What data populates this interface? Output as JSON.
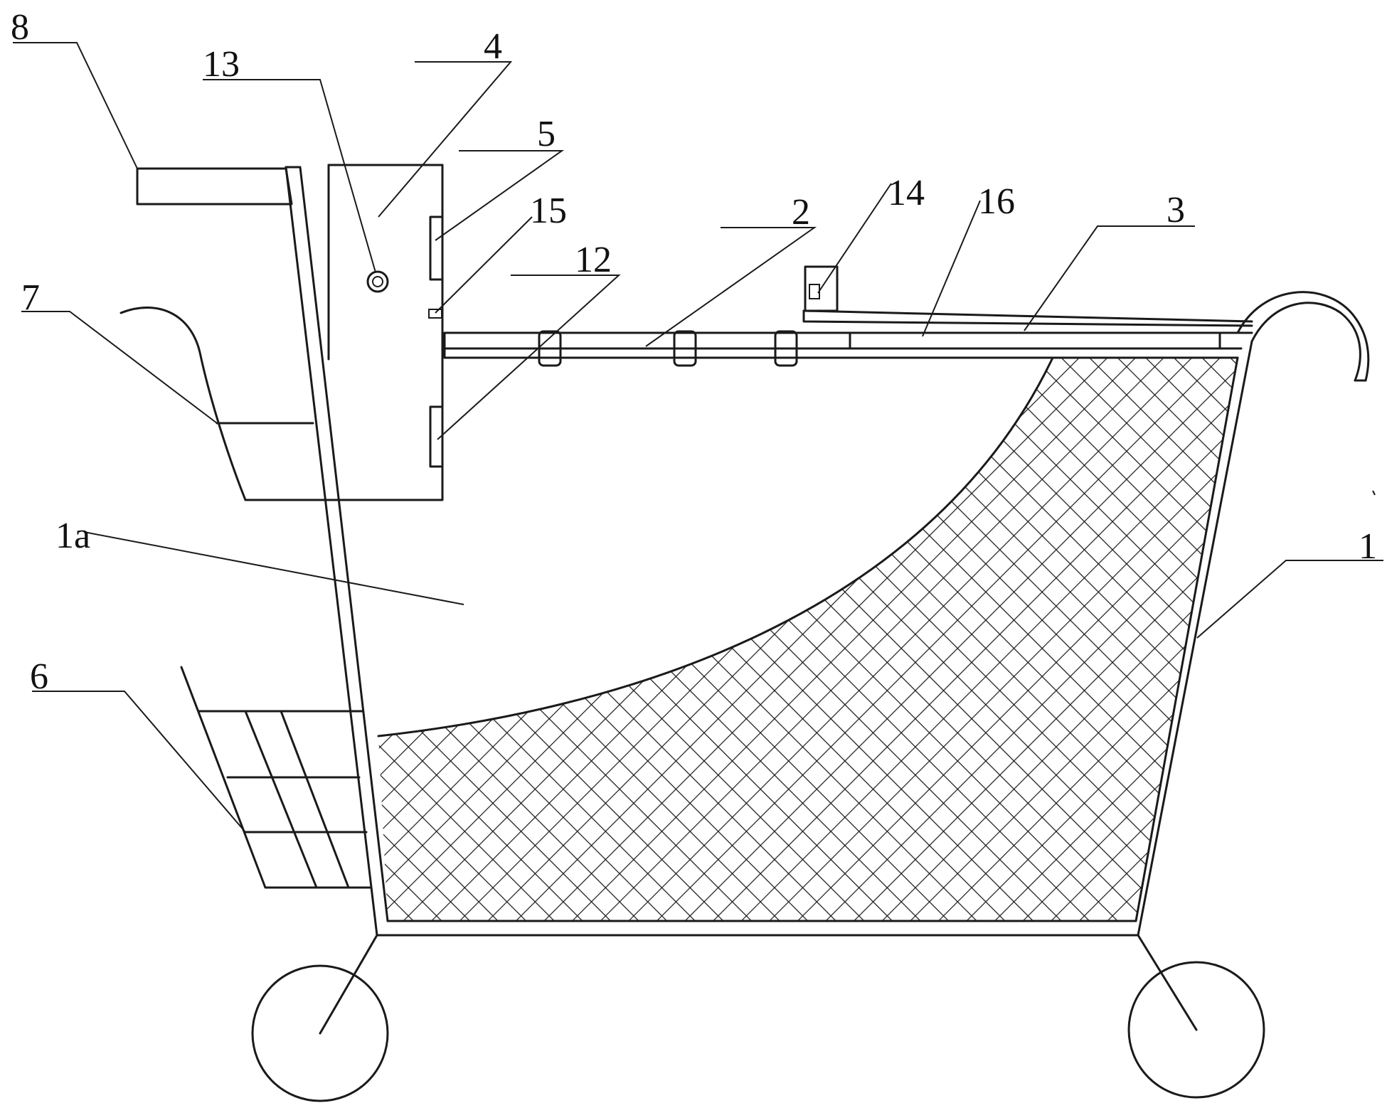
{
  "figure": {
    "labels": {
      "l8": "8",
      "l13": "13",
      "l4": "4",
      "l5": "5",
      "l15": "15",
      "l12": "12",
      "l2": "2",
      "l14": "14",
      "l16": "16",
      "l3": "3",
      "l7": "7",
      "l1a": "1a",
      "l1": "1",
      "l6": "6"
    }
  },
  "colors": {
    "line": "#1a1a1a",
    "background": "#ffffff"
  }
}
